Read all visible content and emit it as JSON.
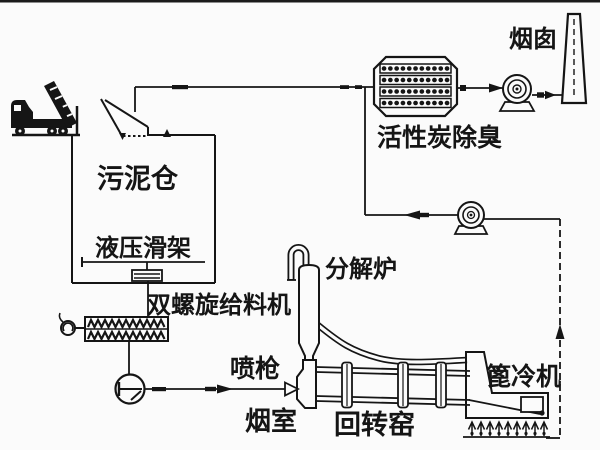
{
  "diagram": {
    "description_type": "process-flow-diagram",
    "colors": {
      "ink": "#151515",
      "background": "#fbfbfb"
    },
    "labels": {
      "chimney": "烟囱",
      "activated_carbon_deodorizer": "活性炭除臭",
      "sludge_silo": "污泥仓",
      "hydraulic_slide_frame": "液压滑架",
      "twin_screw_feeder": "双螺旋给料机",
      "calciner": "分解炉",
      "spray_gun": "喷枪",
      "smoke_chamber": "烟室",
      "rotary_kiln": "回转窑",
      "grate_cooler": "篦冷机"
    }
  }
}
